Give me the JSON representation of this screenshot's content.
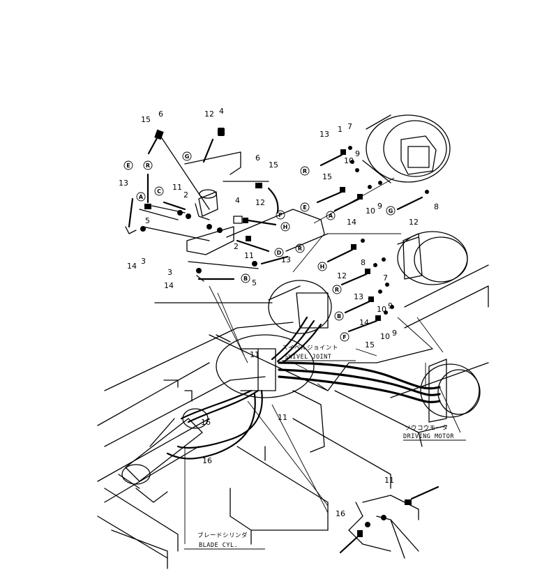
{
  "part_numbers": {
    "n15a": "15",
    "n6a": "6",
    "n12a": "12",
    "n4a": "4",
    "n13a": "13",
    "n11a": "11",
    "n2a": "2",
    "n6b": "6",
    "n15b": "15",
    "n4b": "4",
    "n12b": "12",
    "n5a": "5",
    "n14a": "14",
    "n3a": "3",
    "n2b": "2",
    "n11b": "11",
    "n13b": "13",
    "n3b": "3",
    "n14b": "14",
    "n5b": "5",
    "r13a": "13",
    "r1": "1",
    "r7a": "7",
    "r10a": "10",
    "r9a": "9",
    "r15a": "15",
    "r10b": "10",
    "r9b": "9",
    "r14a": "14",
    "r12a": "12",
    "r8a": "8",
    "r12b": "12",
    "r8b": "8",
    "r7b": "7",
    "r13b": "13",
    "r10c": "10",
    "r9c": "9",
    "r14b": "14",
    "r10d": "10",
    "r15b": "15",
    "r9d": "9",
    "m11a": "11",
    "m16a": "16",
    "m16b": "16",
    "m11b": "11",
    "m11c": "11",
    "m16c": "16"
  },
  "circle_letters": {
    "E1": "E",
    "R1": "R",
    "G1": "G",
    "A1": "A",
    "C1": "C",
    "F1": "F",
    "H1": "H",
    "D1": "D",
    "R2": "R",
    "B1": "B",
    "R3": "R",
    "E2": "E",
    "A2": "A",
    "G2": "G",
    "H2": "H",
    "R4": "R",
    "B2": "B",
    "F2": "F"
  },
  "labels": {
    "swivel_jp": "スイベルジョイント",
    "swivel_en": "SWIVEL JOINT",
    "motor_jp": "ソウコウモータ",
    "motor_en": "DRIVING MOTOR",
    "blade_jp": "ブレードシリンダ",
    "blade_en": "BLADE CYL."
  }
}
